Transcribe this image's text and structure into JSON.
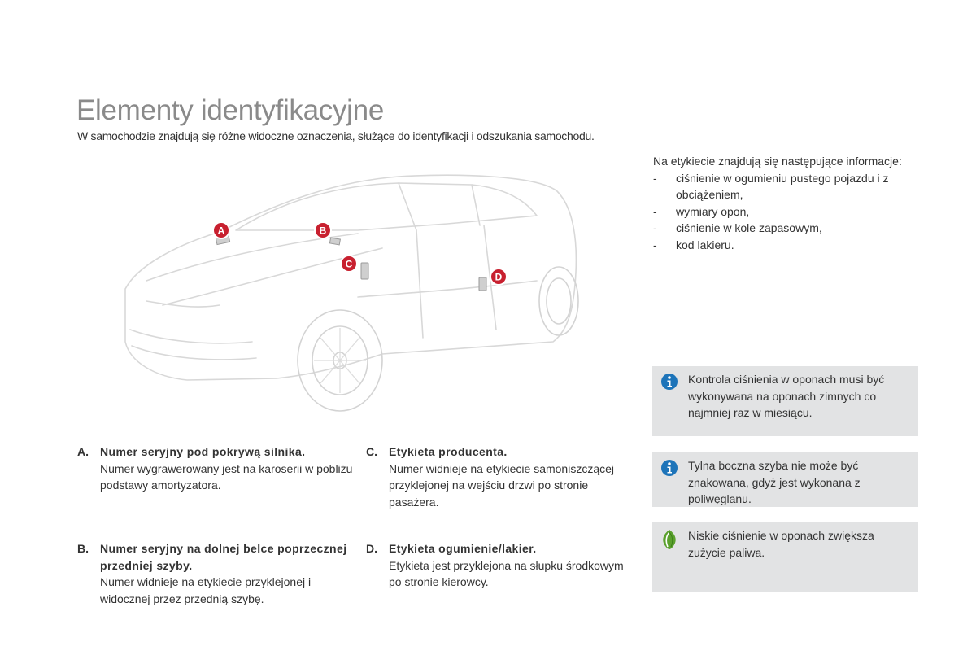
{
  "title": "Elementy identyfikacyjne",
  "subtitle": "W samochodzie znajdują się różne widoczne oznaczenia, służące do identyfikacji i odszukania samochodu.",
  "illustration": {
    "markers": [
      "A",
      "B",
      "C",
      "D"
    ],
    "marker_color": "#c8202f",
    "outline_color": "#d8d8d8"
  },
  "intro": {
    "text": "Na etykiecie znajdują się następujące informacje:",
    "bullets": [
      "ciśnienie w ogumieniu pustego pojazdu i z obciążeniem,",
      "wymiary opon,",
      "ciśnienie w kole zapasowym,",
      "kod lakieru."
    ],
    "bullet_symbol": "-"
  },
  "notes": [
    {
      "icon": "info-icon",
      "text": "Kontrola ciśnienia w oponach musi być wykonywana na oponach zimnych co najmniej raz w miesiącu."
    },
    {
      "icon": "info-icon",
      "text": "Tylna boczna szyba nie może być znakowana, gdyż jest wykonana z poliwęglanu."
    },
    {
      "icon": "eco-leaf-icon",
      "text": "Niskie ciśnienie w oponach zwiększa zużycie paliwa."
    }
  ],
  "note_background": "#e2e3e4",
  "info_icon_color": "#1d74b9",
  "eco_icon_color": "#5aa02c",
  "items": {
    "A": {
      "letter": "A.",
      "heading": "Numer seryjny pod pokrywą silnika.",
      "text": "Numer wygrawerowany jest na karoserii w pobliżu podstawy amortyzatora."
    },
    "B": {
      "letter": "B.",
      "heading": "Numer seryjny na dolnej belce poprzecznej przedniej szyby.",
      "text": "Numer widnieje na etykiecie przyklejonej i widocznej przez przednią szybę."
    },
    "C": {
      "letter": "C.",
      "heading": "Etykieta producenta.",
      "text": "Numer widnieje na etykiecie samoniszczącej przyklejonej na wejściu drzwi po stronie pasażera."
    },
    "D": {
      "letter": "D.",
      "heading": "Etykieta ogumienie/lakier.",
      "text": "Etykieta jest przyklejona na słupku środkowym po stronie kierowcy."
    }
  }
}
